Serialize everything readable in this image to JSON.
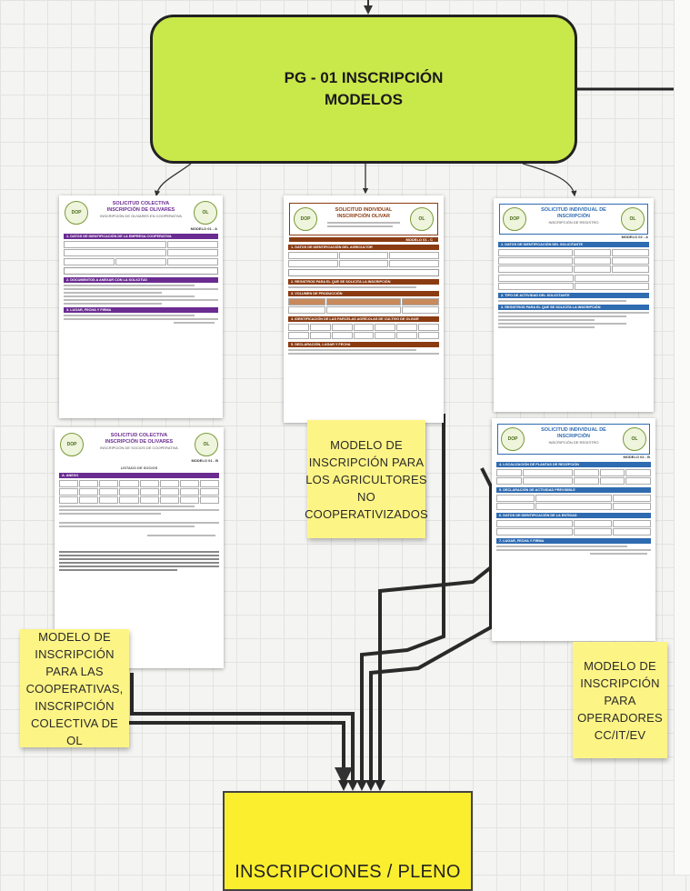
{
  "diagram": {
    "main_node": {
      "line1": "PG - 01 INSCRIPCIÓN",
      "line2": "MODELOS",
      "color": "#c9e84a"
    },
    "bottom_node": {
      "label": "INSCRIPCIONES / PLENO",
      "color": "#fbee2e"
    },
    "notes": {
      "agricultores": "MODELO DE INSCRIPCIÓN PARA LOS AGRICULTORES NO COOPERATIVIZADOS",
      "cooperativas": "MODELO DE INSCRIPCIÓN PARA LAS COOPERATIVAS, INSCRIPCIÓN COLECTIVA DE OL",
      "operadores": "MODELO DE INSCRIPCIÓN PARA OPERADORES CC/IT/EV"
    },
    "sticky_color": "#fdf486"
  },
  "documents": {
    "coop": {
      "title1": "SOLICITUD COLECTIVA",
      "title2": "INSCRIPCIÓN DE OLIVARES",
      "title3": "INSCRIPCIÓN DE OLIVARES EN COOPERATIVA",
      "code": "MODELO 01 - A",
      "sections": [
        "1. DATOS DE IDENTIFICACIÓN DE LA EMPRESA COOPERATIVA",
        "2. DOCUMENTOS A ANEXAR CON LA SOLICITUD",
        "3. LUGAR, FECHA Y FIRMA"
      ],
      "color": "#6a2c91"
    },
    "coop_annex": {
      "title1": "SOLICITUD COLECTIVA",
      "title2": "INSCRIPCIÓN DE OLIVARES",
      "title3": "INSCRIPCIÓN DE SOCIOS DE COOPERATIVA",
      "code": "MODELO 01 - B",
      "subtitle": "LISTADO DE SOCIOS",
      "sections": [
        "A. ANEXO"
      ],
      "color": "#6a2c91"
    },
    "agri": {
      "title1": "SOLICITUD INDIVIDUAL INSCRIPCIÓN OLIVAR",
      "code": "MODELO 01 - C",
      "sections": [
        "1. DATOS DE IDENTIFICACIÓN DEL AGRICULTOR",
        "2. REGISTROS PARA EL QUE SE SOLICITA LA INSCRIPCIÓN",
        "3. VOLUMEN DE PRODUCCIÓN",
        "4. IDENTIFICACIÓN DE LAS PARCELAS AGRÍCOLAS DE CULTIVO DE OLIVAR",
        "5. DECLARACIÓN, LUGAR Y FECHA"
      ],
      "color": "#8a3b12"
    },
    "oper1": {
      "title1": "SOLICITUD INDIVIDUAL DE INSCRIPCIÓN",
      "title2": "INSCRIPCIÓN DE REGISTRO",
      "code": "MODELO 02 - A",
      "sections": [
        "1. DATOS DE IDENTIFICACIÓN DEL SOLICITANTE",
        "2. TIPO DE ACTIVIDAD DEL SOLICITANTE",
        "3. REGISTROS PARA EL QUE SE SOLICITA LA INSCRIPCIÓN"
      ],
      "color": "#2f6bb0"
    },
    "oper2": {
      "title1": "SOLICITUD INDIVIDUAL DE INSCRIPCIÓN",
      "title2": "INSCRIPCIÓN DE REGISTRO",
      "code": "MODELO 02 - B",
      "sections": [
        "4. LOCALIZACIÓN DE PLANTAS DE RECEPCIÓN",
        "5. DECLARACIÓN DE ACTIVIDAD PREVISIBLE",
        "6. DATOS DE IDENTIFICACIÓN DE LA ENTIDAD",
        "7. LUGAR, FECHA Y FIRMA"
      ],
      "color": "#2f6bb0"
    }
  }
}
